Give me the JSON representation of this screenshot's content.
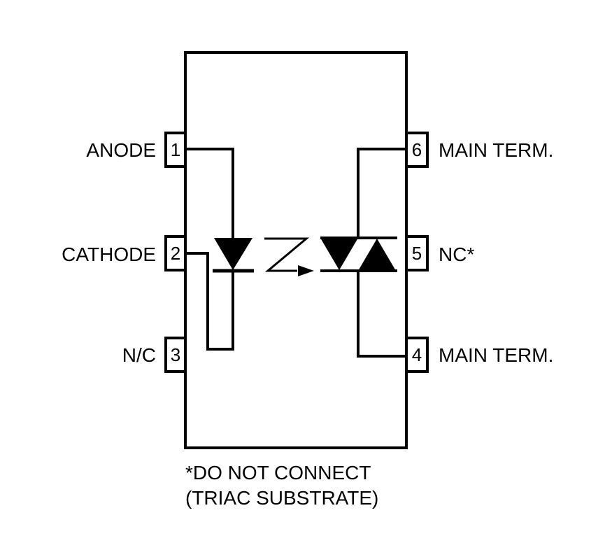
{
  "pins": {
    "p1": {
      "number": "1",
      "label": "ANODE"
    },
    "p2": {
      "number": "2",
      "label": "CATHODE"
    },
    "p3": {
      "number": "3",
      "label": "N/C"
    },
    "p4": {
      "number": "4",
      "label": "MAIN TERM."
    },
    "p5": {
      "number": "5",
      "label": "NC*"
    },
    "p6": {
      "number": "6",
      "label": "MAIN TERM."
    }
  },
  "footnote": {
    "line1": "*DO NOT CONNECT",
    "line2": "(TRIAC SUBSTRATE)"
  },
  "colors": {
    "stroke": "#000000",
    "background": "#ffffff"
  }
}
